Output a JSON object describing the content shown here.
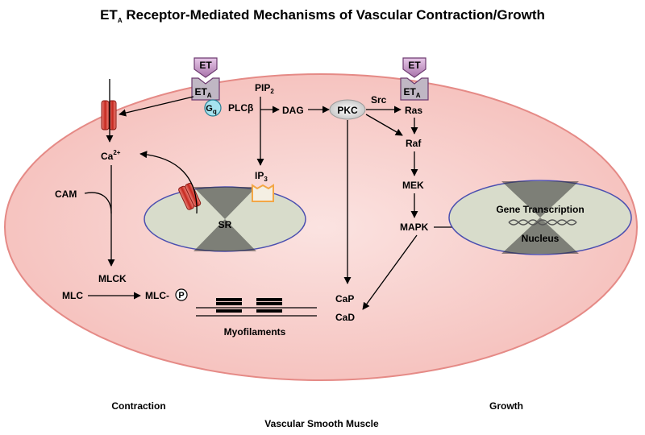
{
  "title": {
    "main": "ET",
    "main_sub": "A",
    "rest": " Receptor-Mediated Mechanisms of Vascular Contraction/Growth"
  },
  "receptor_left": {
    "ligand": "ET",
    "receptor": "ET",
    "receptor_sub": "A",
    "gprotein": "G",
    "gprotein_sub": "q"
  },
  "receptor_right": {
    "ligand": "ET",
    "receptor": "ET",
    "receptor_sub": "A"
  },
  "nodes": {
    "pip2": "PIP",
    "pip2_sub": "2",
    "plcb": "PLCβ",
    "dag": "DAG",
    "pkc": "PKC",
    "src": "Src",
    "ras": "Ras",
    "raf": "Raf",
    "mek": "MEK",
    "mapk": "MAPK",
    "ip3": "IP",
    "ip3_sub": "3",
    "ca": "Ca",
    "ca_sup": "2+",
    "cam": "CAM",
    "sr": "SR",
    "mlc": "MLC",
    "mlck": "MLCK",
    "mlcp": "MLC-",
    "p": "P",
    "cap": "CaP",
    "cad": "CaD",
    "myofilaments": "Myofilaments",
    "gene_transcription": "Gene Transcription",
    "nucleus": "Nucleus"
  },
  "bottom": {
    "contraction": "Contraction",
    "growth": "Growth",
    "cell": "Vascular Smooth Muscle"
  },
  "colors": {
    "cell_fill": "#f7c9c6",
    "cell_stroke": "#e58a86",
    "channel": "#d9342b",
    "receptor": "#b68ab8",
    "gq": "#a6e3ef",
    "organelle": "#d8dccb",
    "organelle_stroke": "#4b4fb0",
    "ip3r": "#f3a645"
  }
}
